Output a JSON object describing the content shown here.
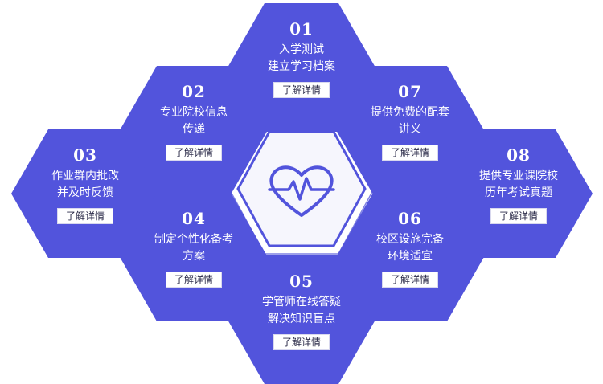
{
  "items": [
    {
      "id": "01",
      "lines": [
        "入学测试",
        "建立学习档案"
      ],
      "button": "了解详情"
    },
    {
      "id": "02",
      "lines": [
        "专业院校信息",
        "传递"
      ],
      "button": "了解详情"
    },
    {
      "id": "03",
      "lines": [
        "作业群内批改",
        "并及时反馈"
      ],
      "button": "了解详情"
    },
    {
      "id": "04",
      "lines": [
        "制定个性化备考",
        "方案"
      ],
      "button": "了解详情"
    },
    {
      "id": "05",
      "lines": [
        "学管师在线答疑",
        "解决知识盲点"
      ],
      "button": "了解详情"
    },
    {
      "id": "06",
      "lines": [
        "校区设施完备",
        "环境适宜"
      ],
      "button": "了解详情"
    },
    {
      "id": "07",
      "lines": [
        "提供免费的配套",
        "讲义"
      ],
      "button": "了解详情"
    },
    {
      "id": "08",
      "lines": [
        "提供专业课院校",
        "历年考试真题"
      ],
      "button": "了解详情"
    }
  ],
  "center_icon": "heart-pulse-icon",
  "colors": {
    "hex_fill": "#5254dc",
    "center_stroke": "#5254dc",
    "button_bg": "#ffffff"
  }
}
